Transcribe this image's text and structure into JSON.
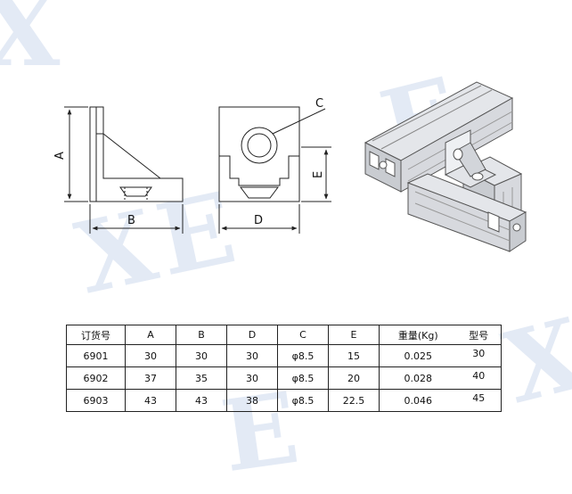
{
  "watermark_text": [
    "X",
    "E"
  ],
  "drawing_labels": {
    "side_height": "A",
    "side_width": "B",
    "front_hole": "C",
    "front_width": "D",
    "front_height": "E"
  },
  "table": {
    "headers": [
      "订货号",
      "A",
      "B",
      "D",
      "C",
      "E",
      "重量(Kg)",
      "型号"
    ],
    "rows": [
      {
        "order_no": "6901",
        "a": "30",
        "b": "30",
        "d": "30",
        "c": "φ8.5",
        "e": "15",
        "weight": "0.025",
        "model": "30"
      },
      {
        "order_no": "6902",
        "a": "37",
        "b": "35",
        "d": "30",
        "c": "φ8.5",
        "e": "20",
        "weight": "0.028",
        "model": "40"
      },
      {
        "order_no": "6903",
        "a": "43",
        "b": "43",
        "d": "38",
        "c": "φ8.5",
        "e": "22.5",
        "weight": "0.046",
        "model": "45"
      }
    ]
  },
  "colors": {
    "line": "#222222",
    "watermark": "#e3eaf5",
    "profile_metal": "#c9ccd1"
  }
}
